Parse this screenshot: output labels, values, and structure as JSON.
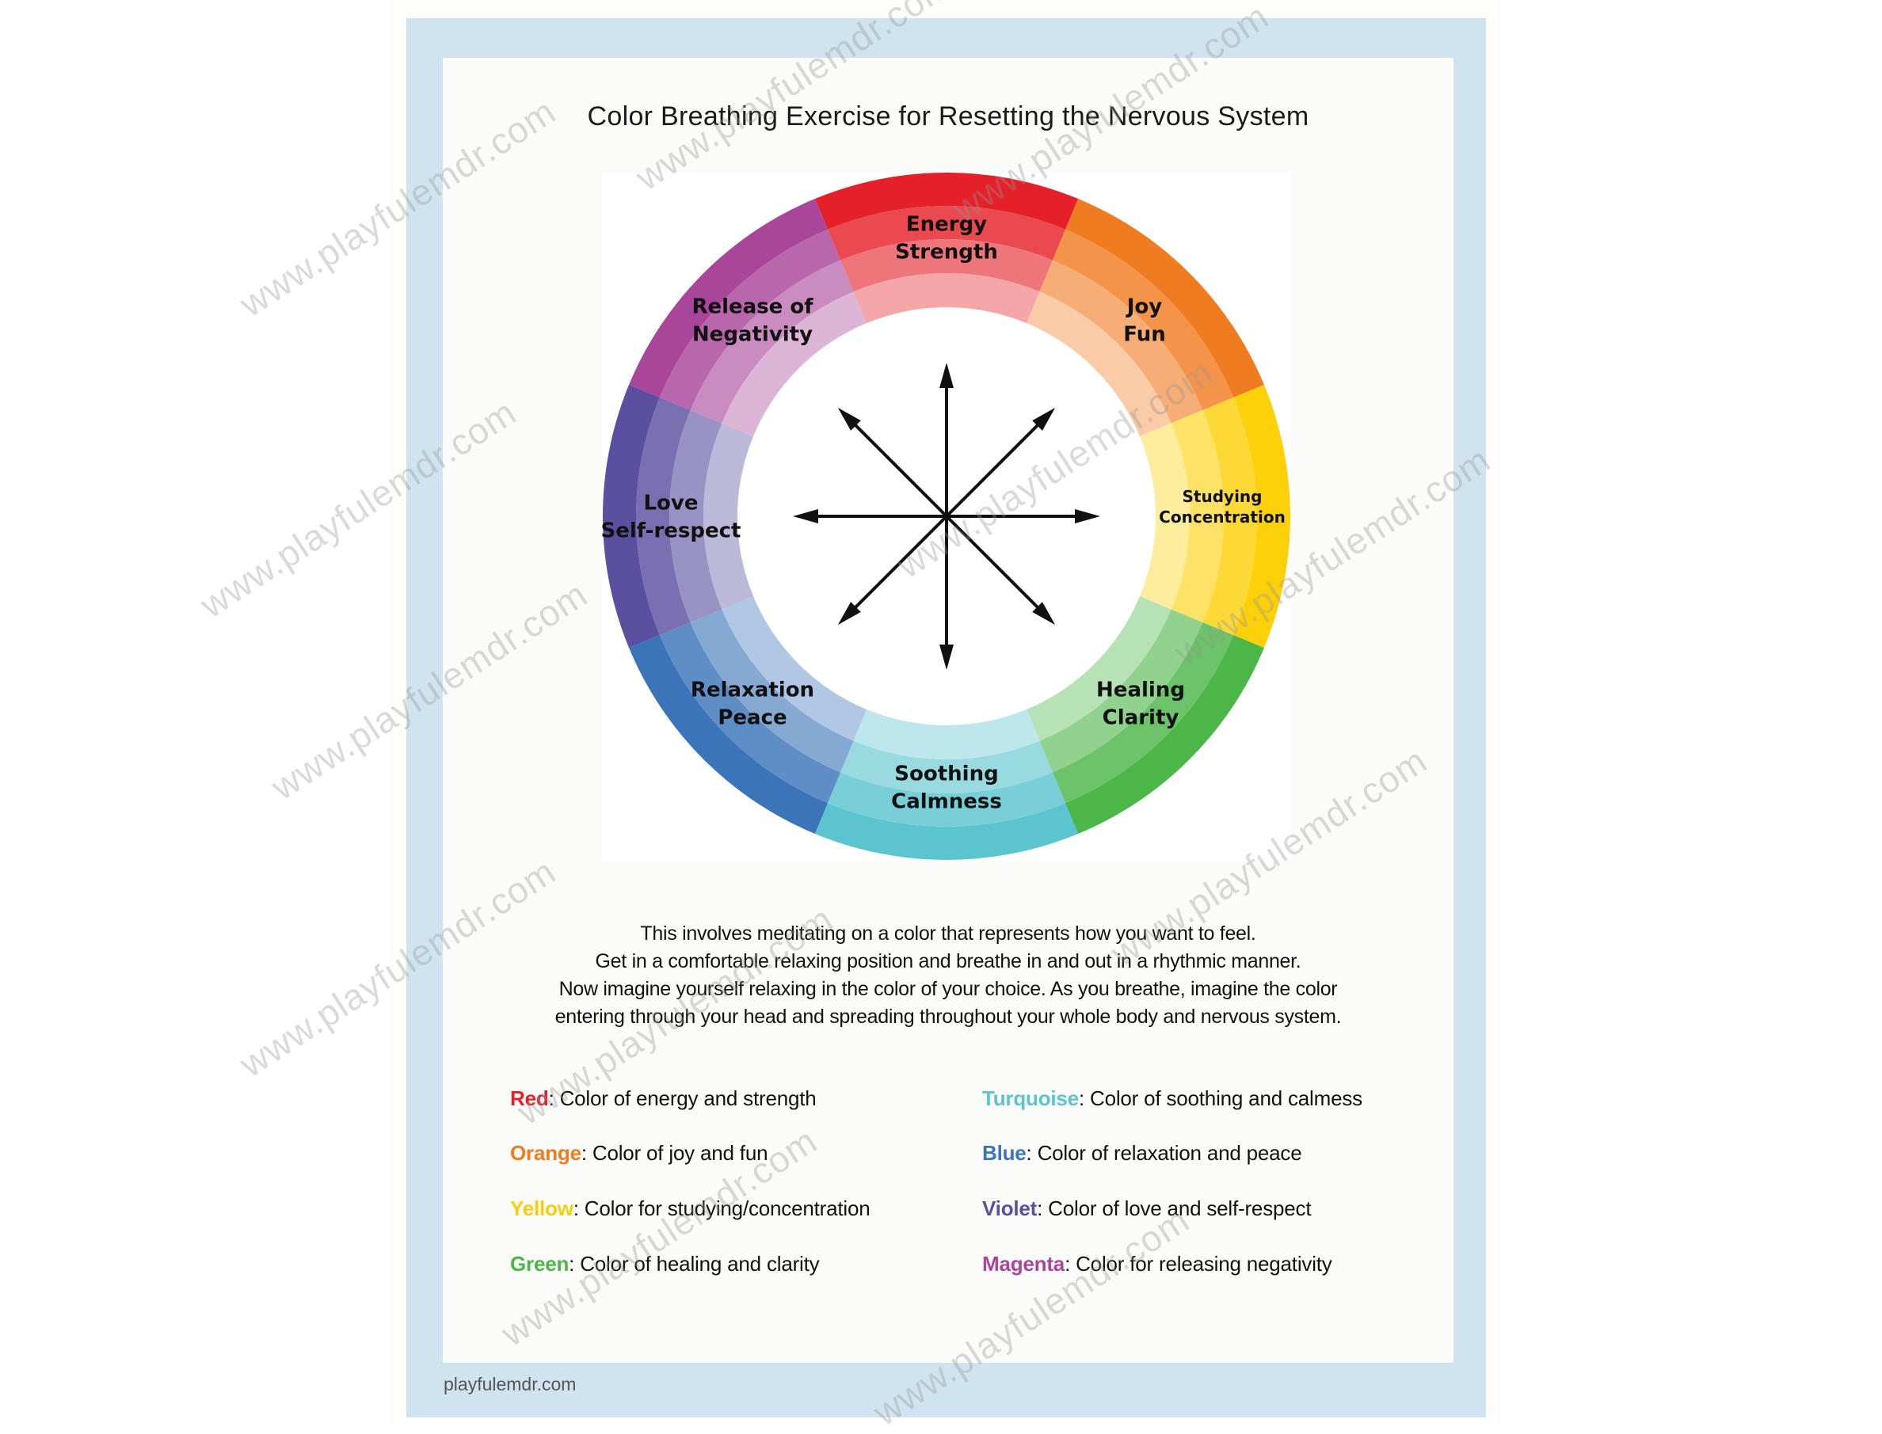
{
  "title": "Color Breathing Exercise for Resetting the Nervous System",
  "wheel": {
    "segments": [
      {
        "line1": "Energy",
        "line2": "Strength",
        "color": "#e42128"
      },
      {
        "line1": "Joy",
        "line2": "Fun",
        "color": "#f07c22"
      },
      {
        "line1": "Studying",
        "line2": "Concentration",
        "color": "#fcd10a"
      },
      {
        "line1": "Healing",
        "line2": "Clarity",
        "color": "#4cb648"
      },
      {
        "line1": "Soothing",
        "line2": "Calmness",
        "color": "#5bc4cf"
      },
      {
        "line1": "Relaxation",
        "line2": "Peace",
        "color": "#3c74b9"
      },
      {
        "line1": "Love",
        "line2": "Self-respect",
        "color": "#5b4fa0"
      },
      {
        "line1": "Release of",
        "line2": "Negativity",
        "color": "#a9469a"
      }
    ]
  },
  "paragraph": [
    "This involves meditating on a color that represents how you want to feel.",
    "Get in a comfortable relaxing position and breathe in and out in a rhythmic manner.",
    "Now imagine yourself relaxing in the color of your choice. As you breathe, imagine the color",
    "entering through your head and spreading throughout your whole body and nervous system."
  ],
  "legend": [
    {
      "name": "Red",
      "desc": ": Color of energy and strength",
      "color": "#e42128"
    },
    {
      "name": "Orange",
      "desc": ": Color of joy and fun",
      "color": "#f07c22"
    },
    {
      "name": "Yellow",
      "desc": ": Color for studying/concentration",
      "color": "#f5cf0c"
    },
    {
      "name": "Green",
      "desc": ": Color of healing and clarity",
      "color": "#4cb648"
    },
    {
      "name": "Turquoise",
      "desc": ": Color of soothing and calmess",
      "color": "#5bc4cf"
    },
    {
      "name": "Blue",
      "desc": ": Color of relaxation and peace",
      "color": "#3c74b9"
    },
    {
      "name": "Violet",
      "desc": ": Color of love and self-respect",
      "color": "#5b4fa0"
    },
    {
      "name": "Magenta",
      "desc": ": Color for releasing negativity",
      "color": "#a9469a"
    }
  ],
  "footer": "playfulemdr.com",
  "watermark": "www.playfulemdr.com"
}
